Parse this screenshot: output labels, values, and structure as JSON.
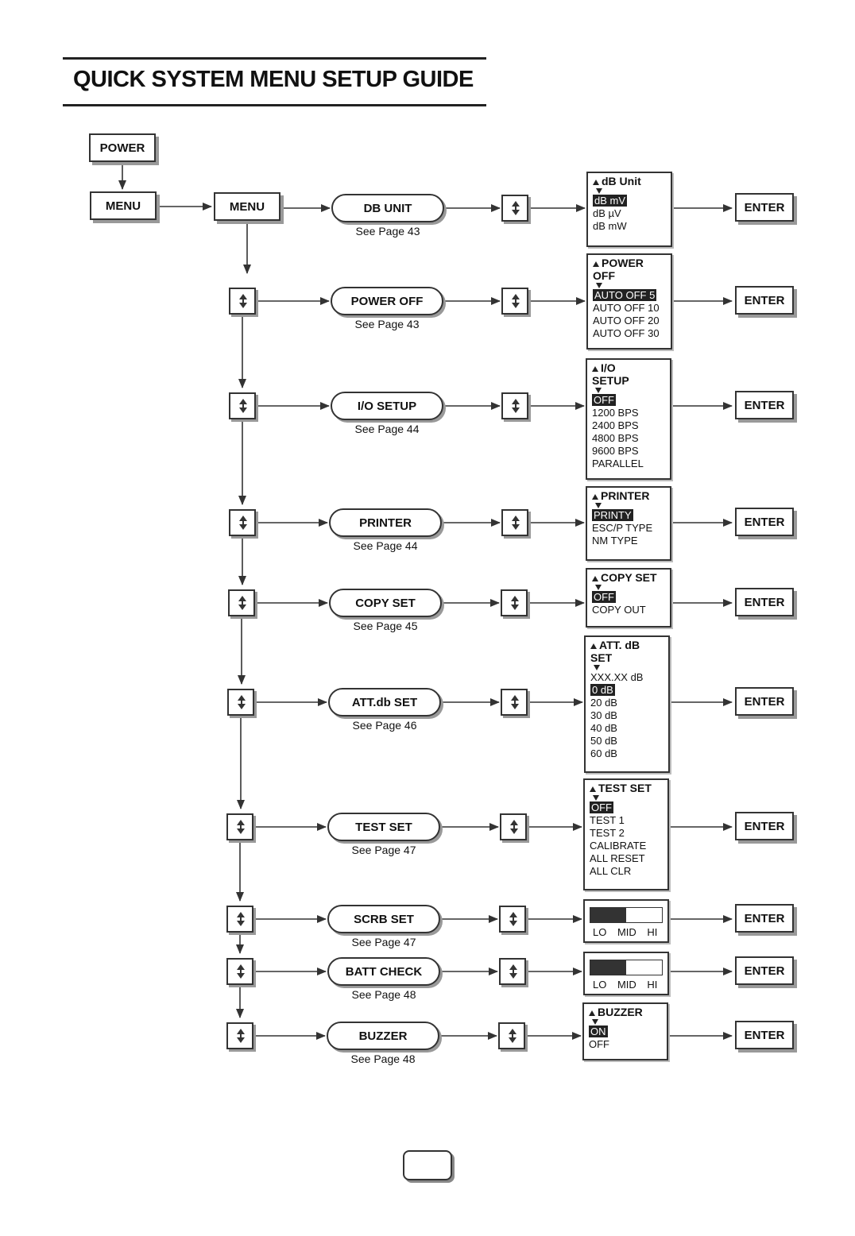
{
  "title": "QUICK SYSTEM MENU SETUP GUIDE",
  "power_label": "POWER",
  "menu_label": "MENU",
  "enter_label": "ENTER",
  "rows": [
    {
      "name": "DB UNIT",
      "page": "See Page 43",
      "screen": {
        "header": "dB Unit",
        "options": [
          "dB mV",
          "dB µV",
          "dB mW"
        ],
        "selected": 0
      }
    },
    {
      "name": "POWER OFF",
      "page": "See Page 43",
      "screen": {
        "header": "POWER\nOFF",
        "options": [
          "AUTO OFF 5",
          "AUTO OFF 10",
          "AUTO OFF 20",
          "AUTO OFF 30"
        ],
        "selected": 0
      }
    },
    {
      "name": "I/O SETUP",
      "page": "See Page 44",
      "screen": {
        "header": "I/O\nSETUP",
        "options": [
          "OFF",
          "1200 BPS",
          "2400 BPS",
          "4800 BPS",
          "9600 BPS",
          "PARALLEL"
        ],
        "selected": 0
      }
    },
    {
      "name": "PRINTER",
      "page": "See Page 44",
      "screen": {
        "header": "PRINTER",
        "options": [
          "PRINTY",
          "ESC/P TYPE",
          "NM TYPE"
        ],
        "selected": 0
      }
    },
    {
      "name": "COPY SET",
      "page": "See Page 45",
      "screen": {
        "header": "COPY SET",
        "options": [
          "OFF",
          "COPY OUT"
        ],
        "selected": 0
      }
    },
    {
      "name": "ATT.db SET",
      "page": "See Page 46",
      "screen": {
        "header": "ATT. dB\nSET",
        "options": [
          "XXX.XX dB",
          "0  dB",
          "20  dB",
          "30  dB",
          "40  dB",
          "50  dB",
          "60  dB"
        ],
        "selected": 1
      }
    },
    {
      "name": "TEST SET",
      "page": "See Page 47",
      "screen": {
        "header": "TEST SET",
        "options": [
          "OFF",
          "TEST 1",
          "TEST 2",
          "CALIBRATE",
          "ALL RESET",
          "ALL CLR"
        ],
        "selected": 0
      }
    },
    {
      "name": "SCRB SET",
      "page": "See Page 47",
      "meter": {
        "labels": "LO MID HI",
        "level": 0.5
      }
    },
    {
      "name": "BATT CHECK",
      "page": "See Page 48",
      "meter": {
        "labels": "LO MID HI",
        "level": 0.5
      }
    },
    {
      "name": "BUZZER",
      "page": "See Page 48",
      "screen": {
        "header": "BUZZER",
        "options": [
          "ON",
          "OFF"
        ],
        "selected": 0
      }
    }
  ]
}
